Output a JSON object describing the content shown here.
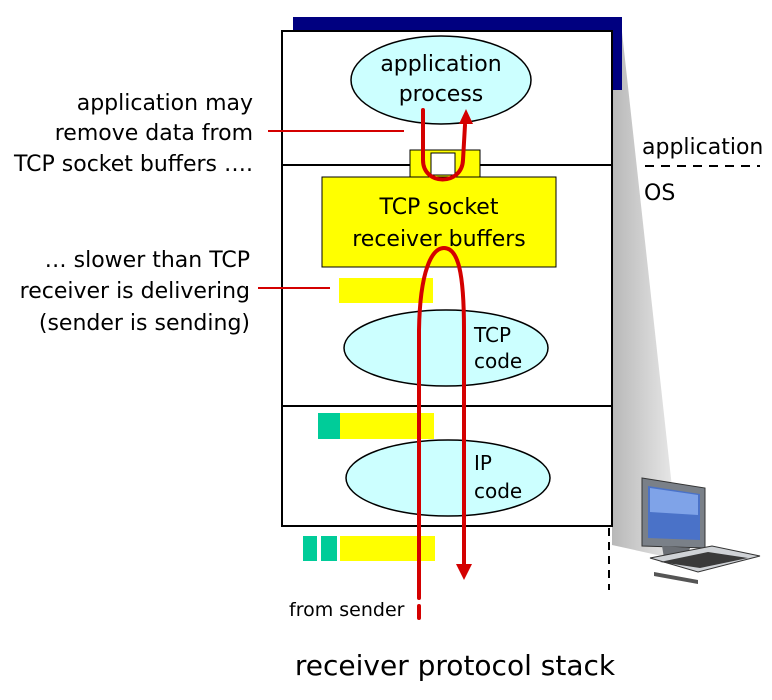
{
  "annotations": {
    "remove_data": [
      "application may",
      "remove data from",
      "TCP socket buffers …."
    ],
    "slower": [
      "… slower than TCP",
      "receiver is delivering",
      "(sender is sending)"
    ]
  },
  "layers": {
    "application_label": "application",
    "os_label": "OS"
  },
  "stack": {
    "app_process": [
      "application",
      "process"
    ],
    "socket_buffers": [
      "TCP socket",
      "receiver buffers"
    ],
    "tcp_code": [
      "TCP",
      "code"
    ],
    "ip_code": [
      "IP",
      "code"
    ]
  },
  "from_sender": "from sender",
  "caption": "receiver protocol stack",
  "colors": {
    "buffer": "#ffff00",
    "ellipse": "#ccffff",
    "arrow": "#d40000",
    "header": "#00cc99",
    "host_dark": "#000080"
  },
  "icons": {
    "computer": "desktop-computer-icon"
  }
}
